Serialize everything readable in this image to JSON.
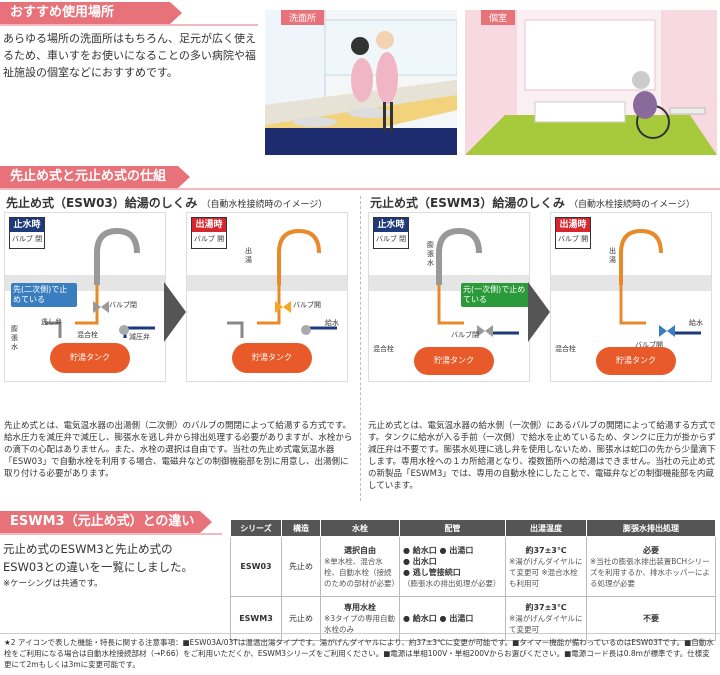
{
  "recommend": {
    "title": "おすすめ使用場所",
    "text": "あらゆる場所の洗面所はもちろん、足元が広く使えるため、車いすをお使いになることの多い病院や福祉施設の個室などにおすすめです。",
    "photo1_label": "洗面所",
    "photo2_label": "個室"
  },
  "mechanism": {
    "title": "先止め式と元止め式の仕組み",
    "left": {
      "heading": "先止め式（ESW03）給湯のしくみ",
      "note": "（自動水栓接続時のイメージ）",
      "state1": {
        "top": "止水時",
        "bottom": "バルブ 閉"
      },
      "state2": {
        "top": "出湯時",
        "bottom": "バルブ 開"
      },
      "callout": "先(二次側)で止めている",
      "valve_closed": "バルブ閉",
      "valve_open": "バルブ開",
      "relief": "逃し弁",
      "mixing": "混合栓",
      "pressure": "減圧弁",
      "supply": "給水",
      "outlet": "出湯",
      "expansion": "膨張水",
      "tank": "貯湯タンク",
      "desc": "先止め式とは、電気温水器の出湯側（二次側）のバルブの開閉によって給湯する方式です。給水圧力を減圧弁で減圧し、膨張水を逃し弁から排出処理する必要がありますが、水栓からの滴下の心配はありません。また、水栓の選択は自由です。当社の先止め式電気温水器「ESW03」で自動水栓を利用する場合、電磁弁などの制御機能部を別に用意し、出湯側に取り付ける必要があります。"
    },
    "right": {
      "heading": "元止め式（ESWM3）給湯のしくみ",
      "note": "（自動水栓接続時のイメージ）",
      "state1": {
        "top": "止水時",
        "bottom": "バルブ 閉"
      },
      "state2": {
        "top": "出湯時",
        "bottom": "バルブ 開"
      },
      "callout": "元(一次側)で止めている",
      "valve_closed": "バルブ閉",
      "valve_open": "バルブ開",
      "mixing": "混合栓",
      "supply": "給水",
      "outlet": "出湯",
      "expansion": "膨張水",
      "tank": "貯湯タンク",
      "desc": "元止め式とは、電気温水器の給水側（一次側）にあるバルブの開閉によって給湯する方式です。タンクに給水が入る手前（一次側）で給水を止めているため、タンクに圧力が掛からず減圧弁は不要です。膨張水処理に逃し弁を使用しないため、膨張水は蛇口の先から少量滴下します。専用水栓への１カ所給湯となり、複数箇所への給湯はできません。当社の元止め式の新製品「ESWM3」では、専用の自動水栓にしたことで、電磁弁などの制御機能部を内蔵しています。"
    }
  },
  "compare": {
    "title": "ESWM3（元止め式）との違い一覧",
    "text": "元止め式のESWM3と先止め式のESW03との違いを一覧にしました。",
    "note": "※ケーシングは共通です。",
    "headers": [
      "シリーズ",
      "構造",
      "水栓",
      "配管",
      "出湯温度",
      "膨張水排出処理"
    ],
    "rows": [
      {
        "series": "ESW03",
        "structure": "先止め",
        "faucet_main": "選択自由",
        "faucet_sub": "※単水栓、混合水栓、自動水栓（接続のための部材が必要）",
        "pipe_lines": [
          "● 給水口 ● 出湯口",
          "● 出水口",
          "● 逃し管接続口"
        ],
        "pipe_sub": "（膨張水の排出処理が必要）",
        "temp_main": "約37±3℃",
        "temp_sub": "※湯がげんダイヤルにて変更可 ※混合水栓も利用可",
        "drain_main": "必要",
        "drain_sub": "※当社の膨張水排出装置BCHシリーズを利用するか、排水ホッパーによる処理が必要"
      },
      {
        "series": "ESWM3",
        "structure": "元止め",
        "faucet_main": "専用水栓",
        "faucet_sub": "※3タイプの専用自動水栓のみ",
        "pipe_lines": [
          "● 給水口 ● 出湯口"
        ],
        "pipe_sub": "",
        "temp_main": "約37±3℃",
        "temp_sub": "※湯がげんダイヤルにて変更可",
        "drain_main": "不要",
        "drain_sub": ""
      }
    ]
  },
  "footnote": "★2 アイコンで表した機能・特長に関する注意事項：■ESW03A/03Tは温温出湯タイプです。湯がげんダイヤルにより、約37±3℃に変更が可能です。■タイマー機能が備わっているのはESW03Tです。■自動水栓をご利用になる場合は自動水栓接続部材（→P.66）をご利用いただくか、ESWM3シリーズをご利用ください。■電源は単相100V・単相200Vからお選びください。■電源コード長は0.8mが標準です。仕様変更にて2mもしくは3mに変更可能です。",
  "colors": {
    "accent": "#e8727a",
    "tank": "#e85a2a",
    "blue": "#1e3a7a",
    "red": "#d7262e",
    "green": "#2a9a3a",
    "pipe_orange": "#e88a2a"
  }
}
